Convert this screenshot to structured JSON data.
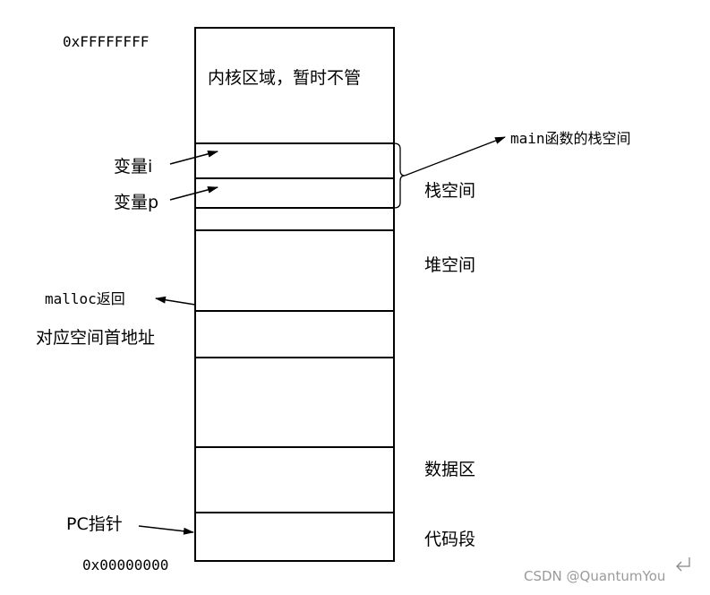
{
  "labels": {
    "top_address": "0xFFFFFFFF",
    "bottom_address": "0x00000000",
    "kernel": "内核区域，暂时不管",
    "main_stack": "main函数的栈空间",
    "var_i": "变量i",
    "var_p": "变量p",
    "stack": "栈空间",
    "heap": "堆空间",
    "malloc_line1": "malloc返回",
    "malloc_line2": "对应空间首地址",
    "data": "数据区",
    "pc": "PC指针",
    "code": "代码段"
  },
  "watermark": "CSDN @QuantumYou"
}
